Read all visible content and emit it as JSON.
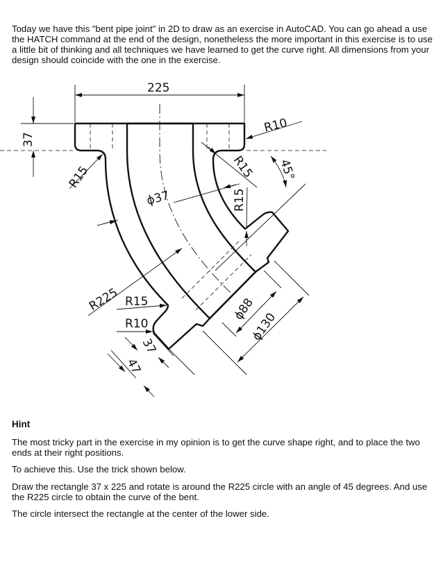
{
  "intro": "Today we have this \"bent pipe joint\" in 2D to draw as an exercise in AutoCAD. You can go ahead a use the HATCH command at the end of the design, nonetheless the more important in this exercise is to use a little bit of thinking and all techniques we have learned to get the curve right. All dimensions from your design should coincide with the one in the exercise.",
  "drawing": {
    "dimensions": {
      "width_225": "225",
      "flange_37": "37",
      "r15_left": "R15",
      "r10_top": "R10",
      "r15_right": "R15",
      "angle_45": "45°",
      "phi37": "ϕ37",
      "r15_inner": "R15",
      "r225": "R225",
      "r15_lower": "R15",
      "r10_lower": "R10",
      "thick_37": "37",
      "thick_47": "47",
      "phi88": "ϕ88",
      "phi130": "ϕ130"
    }
  },
  "hint": {
    "title": "Hint",
    "paragraphs": [
      "The most tricky part in the exercise in my opinion is to get the curve shape right, and to place the two ends at their right positions.",
      "To achieve this. Use the trick shown below.",
      "Draw the rectangle 37 x 225 and rotate is around the R225 circle with an angle of 45 degrees. And use the R225 circle to obtain the curve of the bent.",
      "The circle intersect the rectangle at the center of the lower side."
    ]
  }
}
